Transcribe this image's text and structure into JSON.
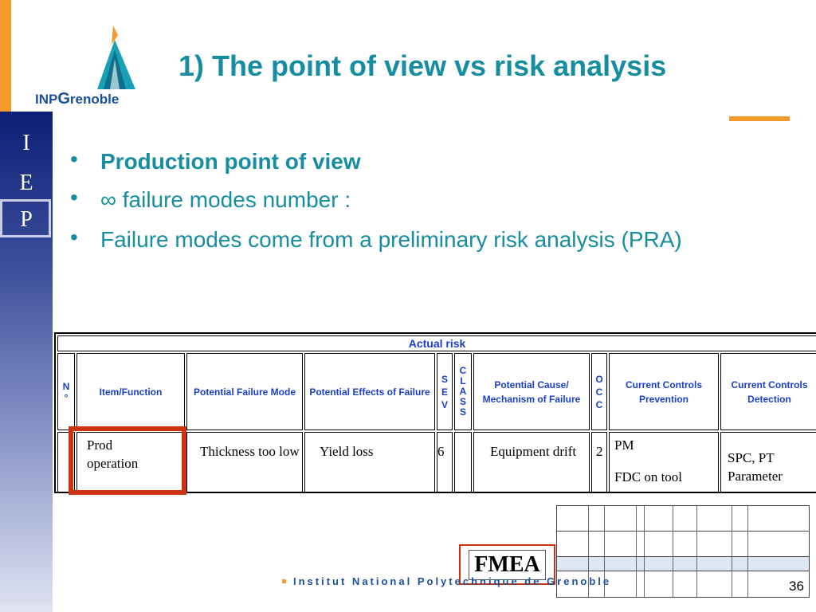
{
  "logo": {
    "brand_prefix": "INP",
    "brand_g": "G",
    "brand_rest": "renoble"
  },
  "sidebar": {
    "letters": [
      "I",
      "E",
      "P"
    ]
  },
  "title": "1) The point of view vs risk analysis",
  "bullets": [
    {
      "marker": "•",
      "text": "Production point of view",
      "bold": true
    },
    {
      "marker": "•",
      "text": "∞ failure modes number :",
      "bold": false
    },
    {
      "marker": "•",
      "text": "Failure modes come from a preliminary risk analysis (PRA)",
      "bold": false
    }
  ],
  "risk_table": {
    "caption": "Actual risk",
    "headers": {
      "no": "N\n°",
      "item": "Item/Function",
      "mode": "Potential Failure Mode",
      "effects": "Potential Effects of Failure",
      "sev": "S\nE\nV",
      "class": "C\nL\nA\nS\nS",
      "cause": "Potential Cause/ Mechanism of Failure",
      "occ": "O\nC\nC",
      "prevention": "Current Controls Prevention",
      "detection": "Current Controls Detection"
    },
    "row": {
      "item": "Prod operation",
      "mode": "Thickness too low",
      "effects": "Yield loss",
      "sev": "6",
      "cause": "Equipment drift",
      "occ": "2",
      "prevention_1": "PM",
      "prevention_2": "FDC on tool",
      "detection": "SPC, PT Parameter"
    }
  },
  "fmea_label": "FMEA",
  "footer": {
    "text": "Institut National Polytechnique de Grenoble",
    "page": "36"
  },
  "colors": {
    "teal": "#168da1",
    "orange": "#f39a2b",
    "navy": "#0d1f74",
    "header_blue": "#1a3ecf",
    "highlight_red": "#cc3311"
  }
}
